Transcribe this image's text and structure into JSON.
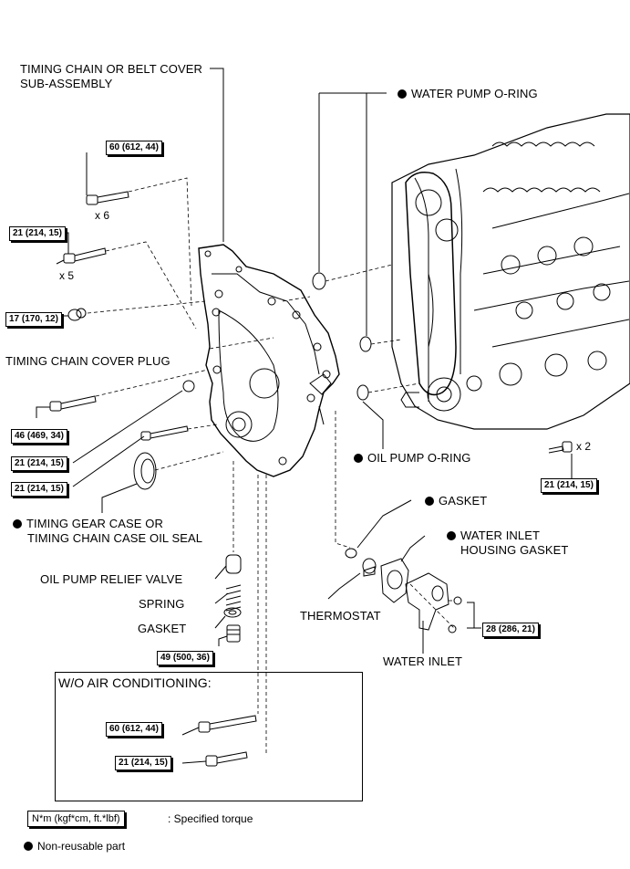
{
  "labels": {
    "cover_line1": "TIMING CHAIN OR BELT COVER",
    "cover_line2": "SUB-ASSEMBLY",
    "water_pump_oring": "WATER PUMP O-RING",
    "cover_plug": "TIMING CHAIN COVER PLUG",
    "oil_pump_oring": "OIL PUMP O-RING",
    "gasket_top": "GASKET",
    "water_inlet_gasket_line1": "WATER INLET",
    "water_inlet_gasket_line2": "HOUSING GASKET",
    "oil_seal_line1": "TIMING GEAR CASE OR",
    "oil_seal_line2": "TIMING CHAIN CASE OIL SEAL",
    "relief_valve": "OIL PUMP RELIEF VALVE",
    "spring": "SPRING",
    "gasket_lower": "GASKET",
    "thermostat": "THERMOSTAT",
    "water_inlet": "WATER INLET",
    "wo_air": "W/O AIR CONDITIONING:"
  },
  "torques": {
    "t1": "60 (612, 44)",
    "t2": "21 (214, 15)",
    "t3": "17 (170, 12)",
    "t4": "46 (469, 34)",
    "t5": "21 (214, 15)",
    "t6": "21 (214, 15)",
    "t7": "21 (214, 15)",
    "t8": "28 (286, 21)",
    "t9": "49 (500, 36)",
    "t10": "60 (612, 44)",
    "t11": "21 (214, 15)"
  },
  "quantities": {
    "q6": "x 6",
    "q5": "x 5",
    "q2": "x 2"
  },
  "legend": {
    "torque_box": "N*m (kgf*cm, ft.*lbf)",
    "torque_text": ": Specified torque",
    "nonreusable": "Non-reusable part"
  }
}
